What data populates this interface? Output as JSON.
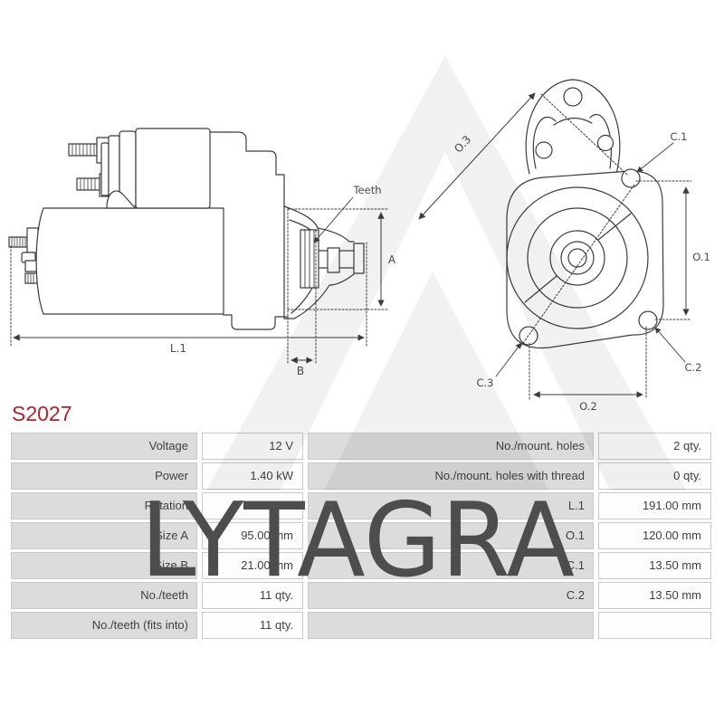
{
  "title": {
    "part_number": "S2027"
  },
  "watermark": {
    "text": "LYTAGRA"
  },
  "drawings": {
    "side_view": {
      "labels": {
        "teeth": "Teeth",
        "a": "A",
        "l1": "L.1",
        "b": "B"
      }
    },
    "front_view": {
      "labels": {
        "o3": "O.3",
        "c1": "C.1",
        "o1": "O.1",
        "c2": "C.2",
        "c3": "C.3",
        "o2": "O.2"
      }
    }
  },
  "spec_table": {
    "left": {
      "rows": [
        {
          "label": "Voltage",
          "value": "12 V"
        },
        {
          "label": "Power",
          "value": "1.40 kW"
        },
        {
          "label": "Rotation",
          "value": "CW"
        },
        {
          "label": "Size A",
          "value": "95.00 mm"
        },
        {
          "label": "Size B",
          "value": "21.00 mm"
        },
        {
          "label": "No./teeth",
          "value": "11 qty."
        },
        {
          "label": "No./teeth (fits into)",
          "value": "11 qty."
        }
      ]
    },
    "right": {
      "rows": [
        {
          "label": "No./mount. holes",
          "value": "2 qty."
        },
        {
          "label": "No./mount. holes with thread",
          "value": "0 qty."
        },
        {
          "label": "L.1",
          "value": "191.00 mm"
        },
        {
          "label": "O.1",
          "value": "120.00 mm"
        },
        {
          "label": "C.1",
          "value": "13.50 mm"
        },
        {
          "label": "C.2",
          "value": "13.50 mm"
        },
        {
          "label": "",
          "value": ""
        }
      ]
    }
  },
  "colors": {
    "title_red": "#b02428",
    "drawing_line": "#3c3c3c",
    "label_cell_bg": "#dcdcdc",
    "value_cell_bg": "#fdfdfd",
    "cell_border": "#c9c9c9"
  }
}
